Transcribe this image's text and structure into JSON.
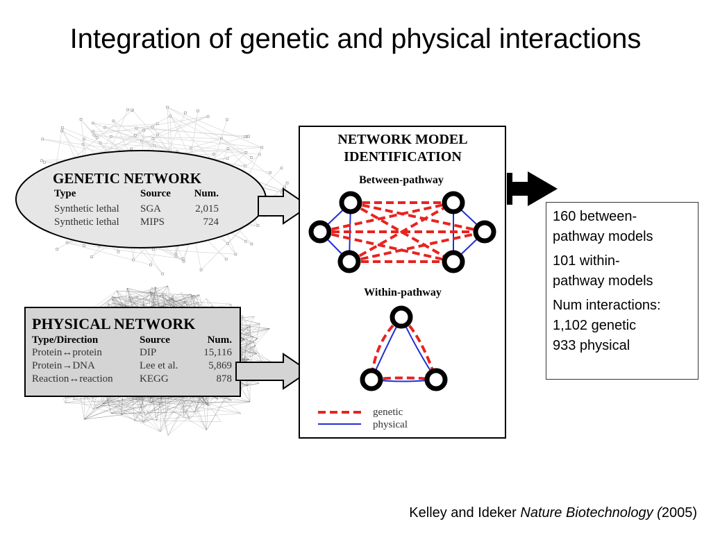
{
  "title": "Integration of genetic and physical interactions",
  "genetic_network": {
    "heading": "GENETIC NETWORK",
    "headers": [
      "Type",
      "Source",
      "Num."
    ],
    "rows": [
      [
        "Synthetic lethal",
        "SGA",
        "2,015"
      ],
      [
        "Synthetic lethal",
        "MIPS",
        "724"
      ]
    ]
  },
  "physical_network": {
    "heading": "PHYSICAL NETWORK",
    "headers": [
      "Type/Direction",
      "Source",
      "Num."
    ],
    "rows": [
      [
        "Protein↔protein",
        "DIP",
        "15,116"
      ],
      [
        "Protein→DNA",
        "Lee et al.",
        "5,869"
      ],
      [
        "Reaction↔reaction",
        "KEGG",
        "878"
      ]
    ]
  },
  "model_panel": {
    "heading_line1": "NETWORK MODEL",
    "heading_line2": "IDENTIFICATION",
    "between_label": "Between-pathway",
    "within_label": "Within-pathway",
    "legend_genetic": "genetic",
    "legend_physical": "physical"
  },
  "results": {
    "between_line1": "160 between-",
    "between_line2": "pathway models",
    "within_line1": "101 within-",
    "within_line2": "pathway models",
    "interactions_line1": "Num interactions:",
    "interactions_line2": "1,102 genetic",
    "interactions_line3": "933 physical"
  },
  "citation": {
    "authors": "Kelley and Ideker ",
    "journal": "Nature Biotechnology (",
    "year": "2005)"
  },
  "colors": {
    "genetic_edge": "#e8231e",
    "physical_edge": "#1f2fd0",
    "genetic_bubble": "#e6e6e6",
    "physical_box": "#d4d4d4"
  }
}
